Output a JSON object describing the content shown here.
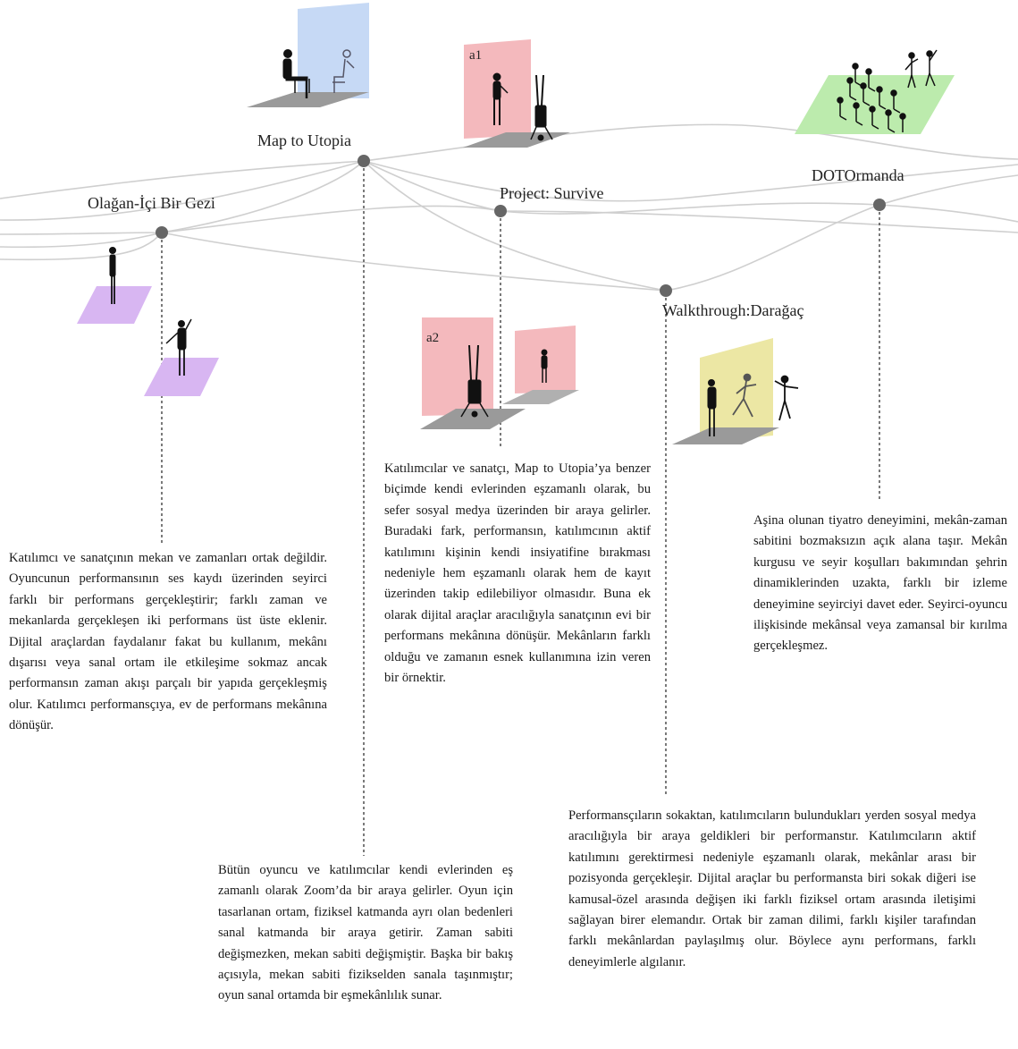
{
  "nodes": {
    "olagan": "Olağan-İçi Bir Gezi",
    "map": "Map to Utopia",
    "project": "Project: Survive",
    "walk": "Walkthrough:Darağaç",
    "doto": "DOTOrmanda"
  },
  "panel_labels": {
    "a1": "a1",
    "a2": "a2"
  },
  "colors": {
    "olagan": "#d8b6f2",
    "map": "#c6d9f5",
    "project": "#f4b9bd",
    "walk": "#ece7a4",
    "doto": "#bcebad",
    "floor": "#9a9a9a",
    "node": "#666666"
  },
  "descriptions": {
    "olagan": "Katılımcı ve sanatçının mekan ve zamanları ortak değildir. Oyuncunun performansının ses kaydı üzerinden seyirci farklı bir performans gerçekleştirir; farklı zaman ve mekanlarda gerçekleşen iki performans üst üste eklenir. Dijital araçlardan faydalanır fakat bu kullanım, mekânı dışarısı veya sanal ortam ile etkileşime sokmaz ancak performansın zaman akışı parçalı bir yapıda gerçekleşmiş olur. Katılımcı performansçıya, ev de performans mekânına dönüşür.",
    "project": "Katılımcılar ve sanatçı, Map to Utopia’ya benzer biçimde kendi evlerinden eşzamanlı olarak, bu sefer sosyal medya üzerinden bir araya gelirler. Buradaki fark, performansın, katılımcının aktif katılımını kişinin kendi insiyatifine bırakması nedeniyle hem eşzamanlı olarak hem de kayıt üzerinden takip edilebiliyor olmasıdır. Buna ek olarak dijital araçlar aracılığıyla sanatçının evi bir performans mekânına dönüşür. Mekânların farklı olduğu ve zamanın esnek kullanımına izin veren bir örnektir.",
    "doto": "Aşina olunan tiyatro deneyimini, mekân-zaman sabitini bozmaksızın açık alana taşır. Mekân kurgusu ve seyir koşulları bakımından şehrin dinamiklerinden uzakta, farklı bir izleme deneyimine seyirciyi davet eder. Seyirci-oyuncu ilişkisinde mekânsal veya zamansal bir kırılma gerçekleşmez.",
    "walk": "Performansçıların sokaktan, katılımcıların bulundukları yerden sosyal medya aracılığıyla bir araya geldikleri bir performanstır. Katılımcıların aktif katılımını gerektirmesi nedeniyle eşzamanlı olarak, mekânlar arası bir pozisyonda gerçekleşir. Dijital araçlar bu performansta biri sokak diğeri ise kamusal-özel arasında değişen iki farklı fiziksel ortam arasında iletişimi sağlayan birer elemandır. Ortak bir zaman dilimi, farklı kişiler tarafından farklı mekânlardan paylaşılmış olur. Böylece aynı performans, farklı deneyimlerle algılanır.",
    "map": "Bütün oyuncu ve katılımcılar kendi evlerinden eş zamanlı olarak Zoom’da bir araya gelirler. Oyun için tasarlanan ortam, fiziksel katmanda ayrı olan bedenleri sanal katmanda bir araya getirir. Zaman sabiti değişmezken, mekan sabiti değişmiştir. Başka bir bakış açısıyla, mekan sabiti fizikselden sanala taşınmıştır; oyun sanal ortamda bir eşmekânlılık sunar."
  }
}
